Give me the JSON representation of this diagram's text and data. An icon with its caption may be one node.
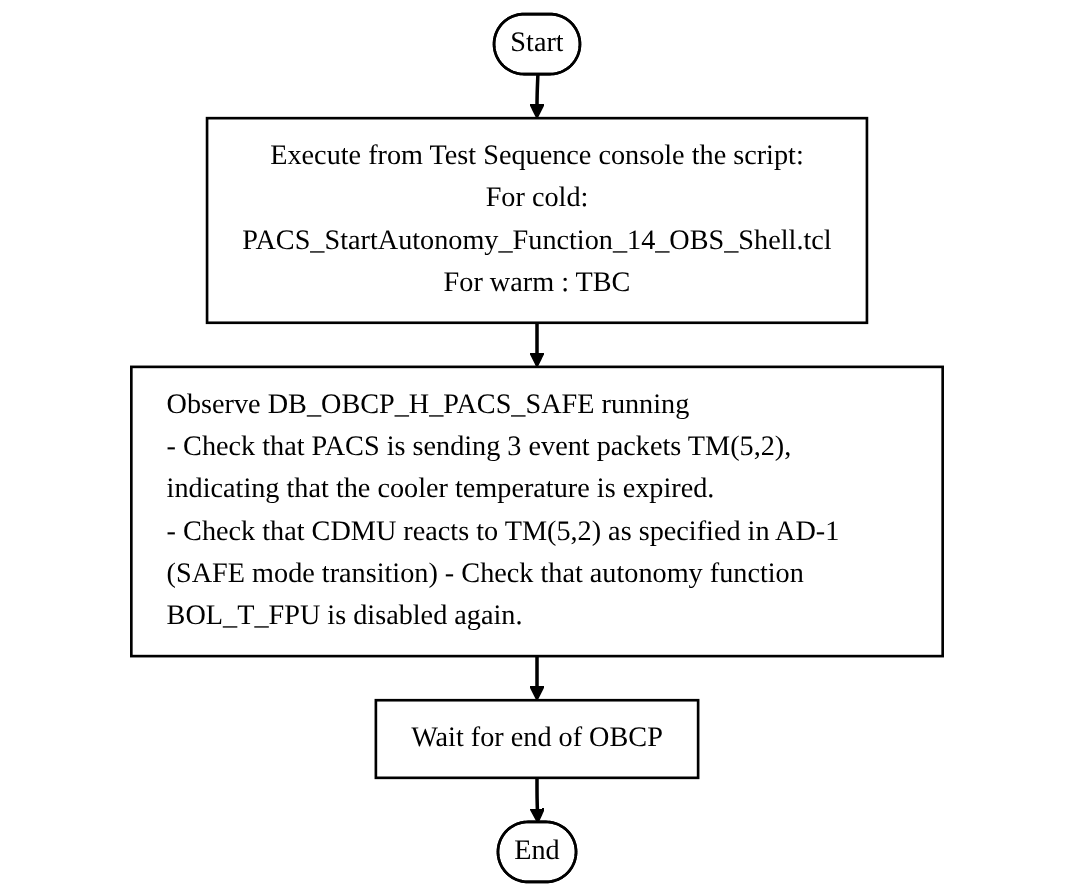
{
  "diagram": {
    "nodes": [
      {
        "text": [
          "Start"
        ]
      },
      {
        "text": [
          "Execute from Test Sequence console the script:",
          "For cold:",
          "PACS_StartAutonomy_Function_14_OBS_Shell.tcl",
          "For warm : TBC"
        ]
      },
      {
        "text": [
          "Observe DB_OBCP_H_PACS_SAFE running",
          "- Check that PACS is sending 3 event packets TM(5,2), indicating that the cooler temperature is expired.",
          "- Check that CDMU reacts to TM(5,2) as specified in AD-1 (SAFE mode transition) - Check that autonomy function BOL_T_FPU is disabled again."
        ]
      },
      {
        "text": [
          "Wait for end of OBCP"
        ]
      },
      {
        "text": [
          "End"
        ]
      }
    ],
    "edges": [
      {
        "from": 0,
        "to": 1,
        "arrow": "to"
      },
      {
        "from": 1,
        "to": 2,
        "arrow": "to"
      },
      {
        "from": 2,
        "to": 3,
        "arrow": "to"
      },
      {
        "from": 3,
        "to": 4,
        "arrow": "to"
      }
    ]
  }
}
